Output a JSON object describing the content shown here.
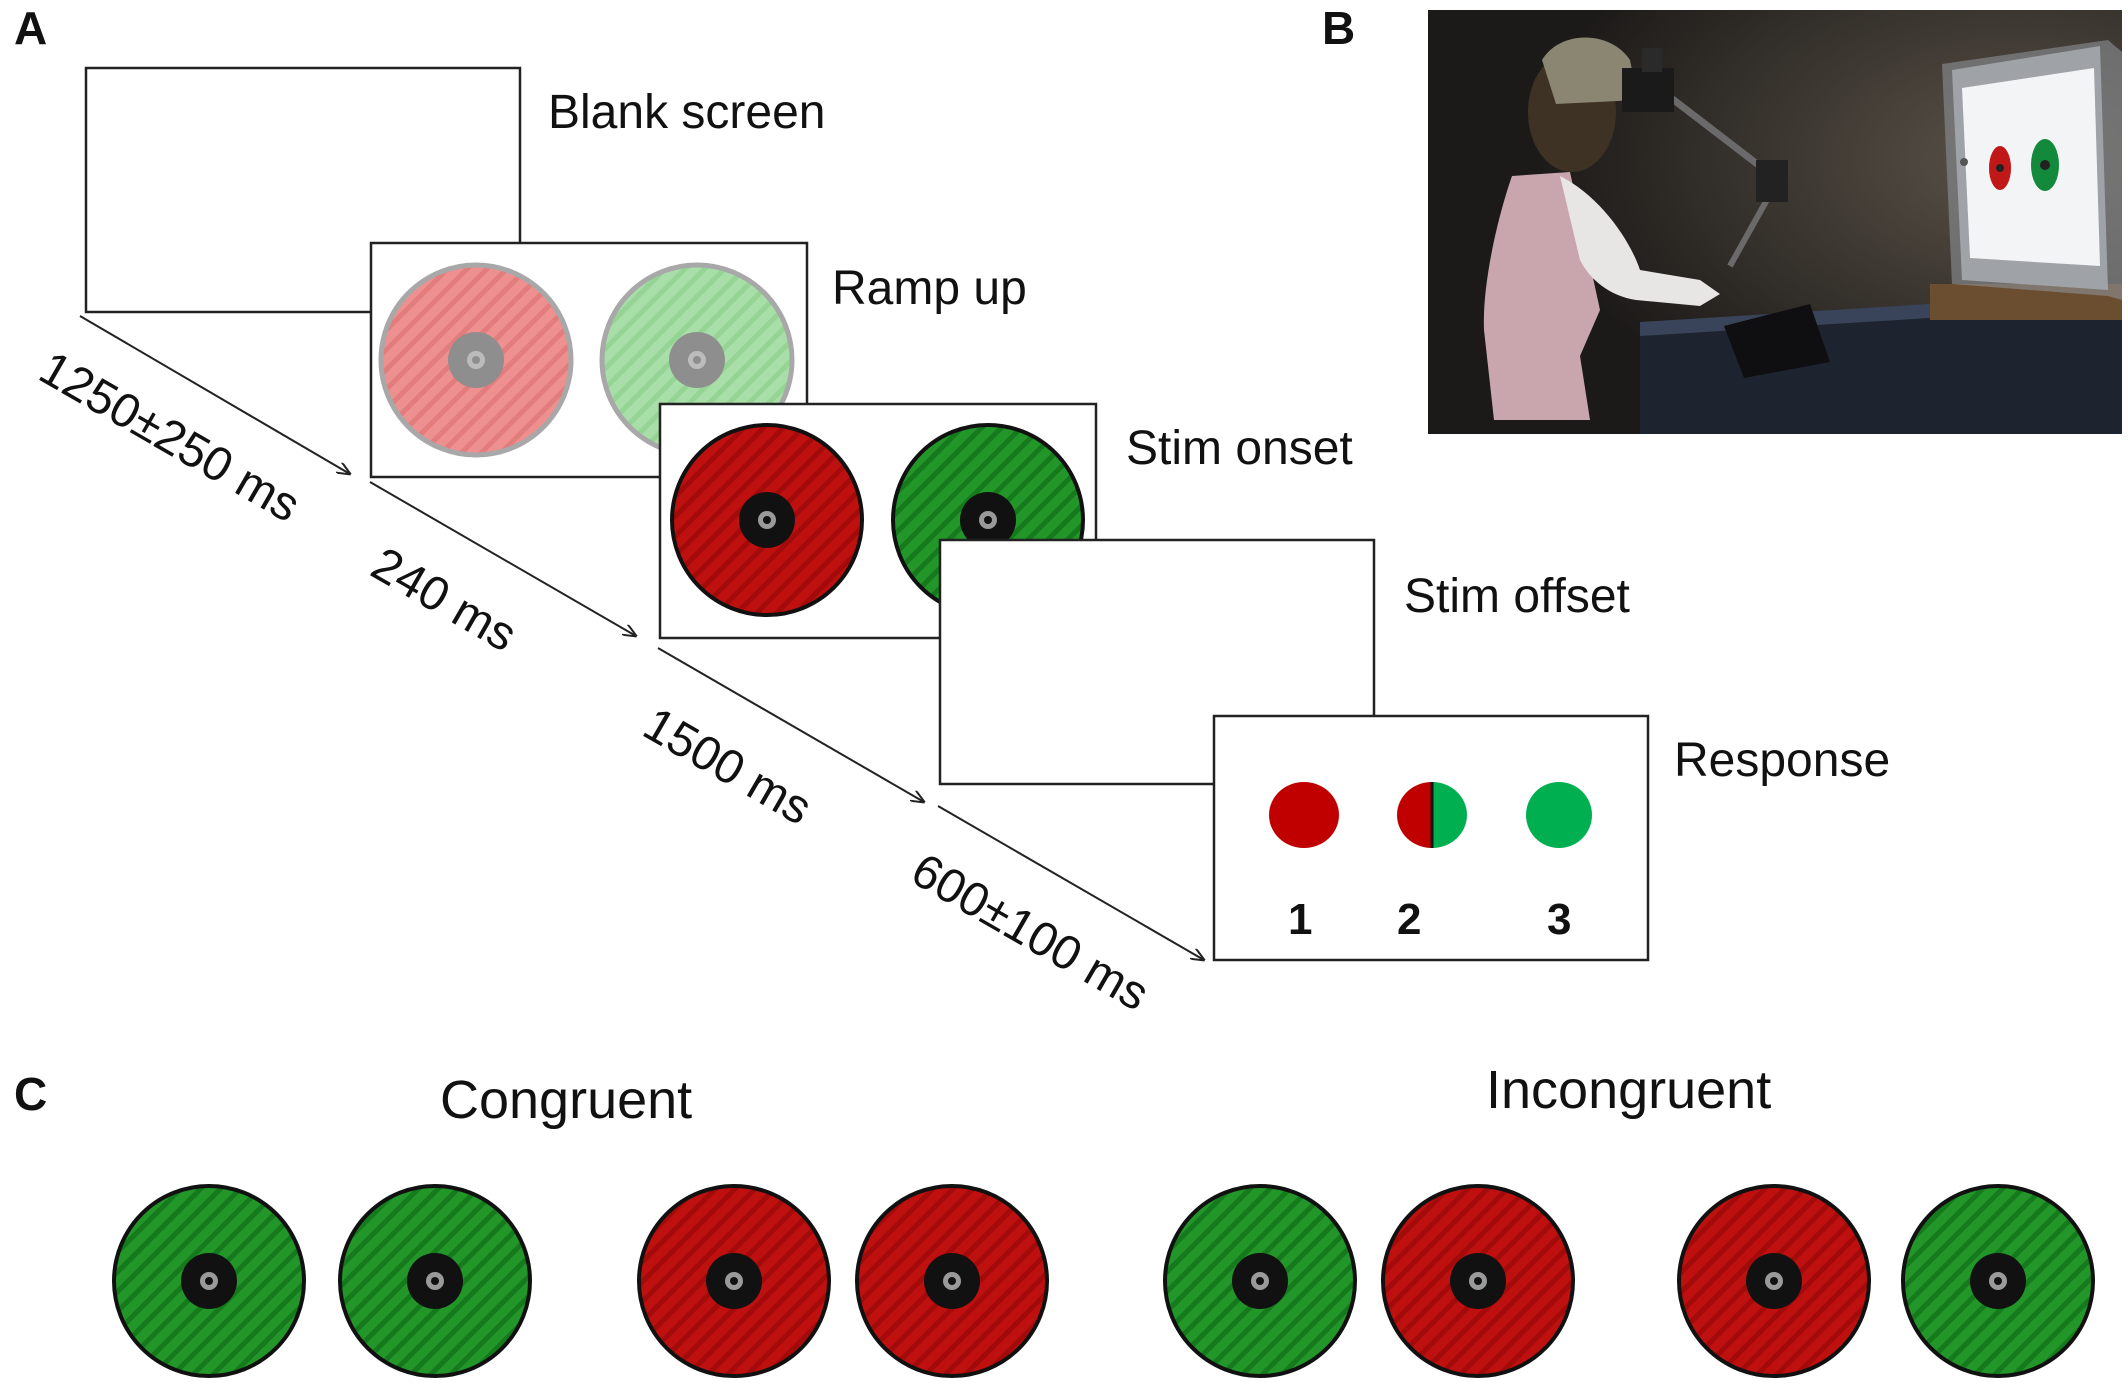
{
  "panels": {
    "a": "A",
    "b": "B",
    "c": "C"
  },
  "frames": {
    "blank": "Blank screen",
    "ramp": "Ramp up",
    "stim_onset": "Stim onset",
    "stim_offset": "Stim offset",
    "response": "Response"
  },
  "timings": {
    "t1": "1250±250 ms",
    "t2": "240 ms",
    "t3": "1500 ms",
    "t4": "600±100 ms"
  },
  "response_options": [
    "1",
    "2",
    "3"
  ],
  "conditions": {
    "congruent": "Congruent",
    "incongruent": "Incongruent"
  },
  "colors": {
    "red": "#c00000",
    "green": "#1e9a1e",
    "red_faded": "#ec8a8a",
    "green_faded": "#9fdc9f",
    "response_green": "#00b050"
  }
}
